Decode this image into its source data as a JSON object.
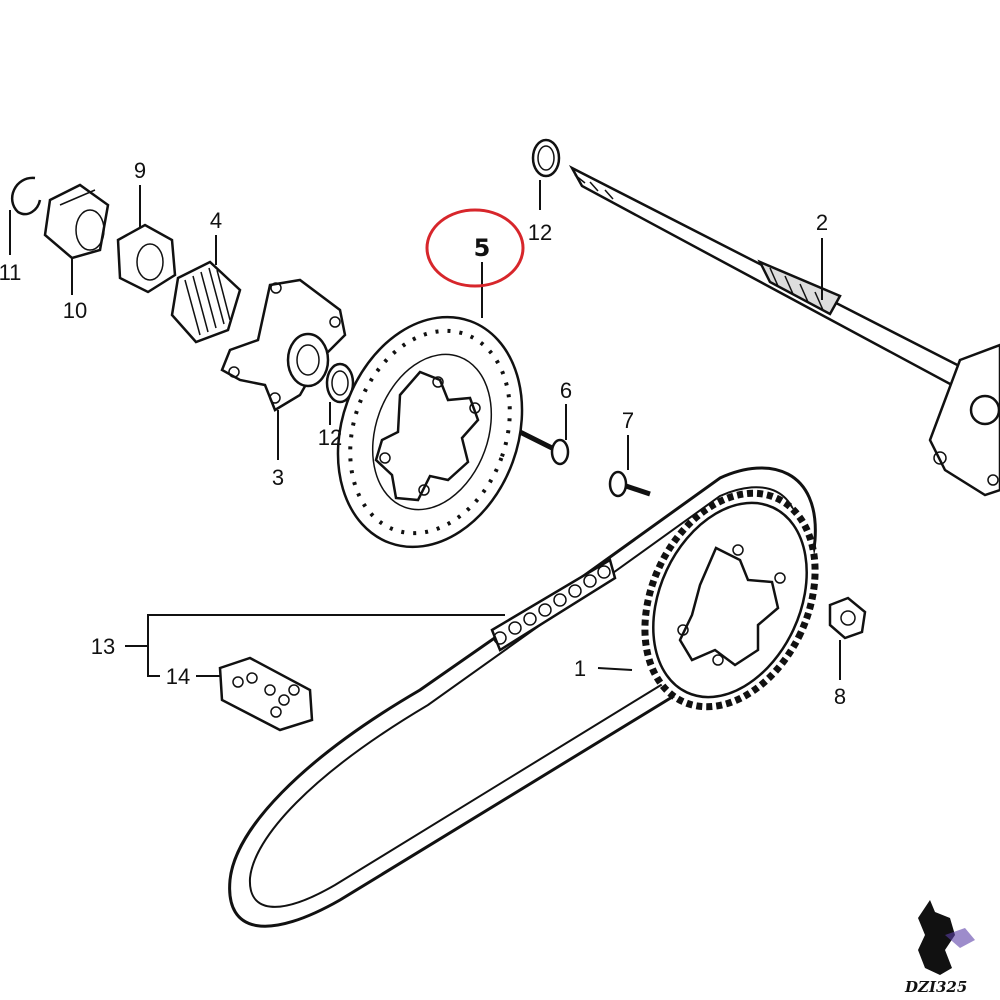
{
  "diagram": {
    "highlight_color": "#d7262b",
    "callouts": [
      {
        "id": "1",
        "text": "1"
      },
      {
        "id": "2",
        "text": "2"
      },
      {
        "id": "3",
        "text": "3"
      },
      {
        "id": "4",
        "text": "4"
      },
      {
        "id": "5",
        "text": "5"
      },
      {
        "id": "6",
        "text": "6"
      },
      {
        "id": "7",
        "text": "7"
      },
      {
        "id": "8",
        "text": "8"
      },
      {
        "id": "9",
        "text": "9"
      },
      {
        "id": "10",
        "text": "10"
      },
      {
        "id": "11",
        "text": "11"
      },
      {
        "id": "12a",
        "text": "12"
      },
      {
        "id": "12b",
        "text": "12"
      },
      {
        "id": "13",
        "text": "13"
      },
      {
        "id": "14",
        "text": "14"
      }
    ],
    "watermark": "DZI325"
  }
}
